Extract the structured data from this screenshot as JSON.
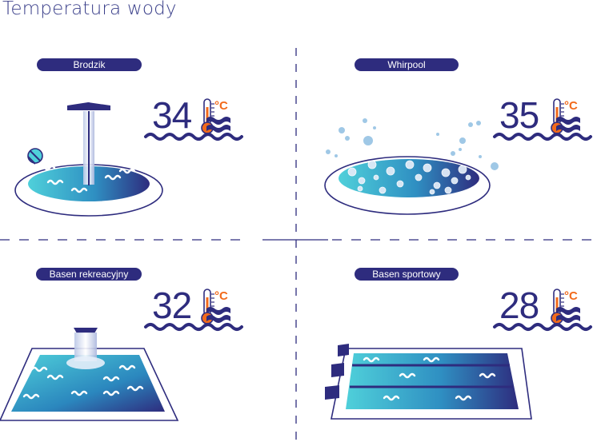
{
  "title": "Temperatura wody",
  "colors": {
    "navy": "#2e2c7e",
    "orange": "#f26a1b",
    "water_light": "#46c4d3",
    "water_dark": "#2e2c7e"
  },
  "pools": [
    {
      "name": "Brodzik",
      "temperature": "34",
      "unit": "°C"
    },
    {
      "name": "Whirpool",
      "temperature": "35",
      "unit": "°C"
    },
    {
      "name": "Basen rekreacyjny",
      "temperature": "32",
      "unit": "°C"
    },
    {
      "name": "Basen sportowy",
      "temperature": "28",
      "unit": "°C"
    }
  ]
}
